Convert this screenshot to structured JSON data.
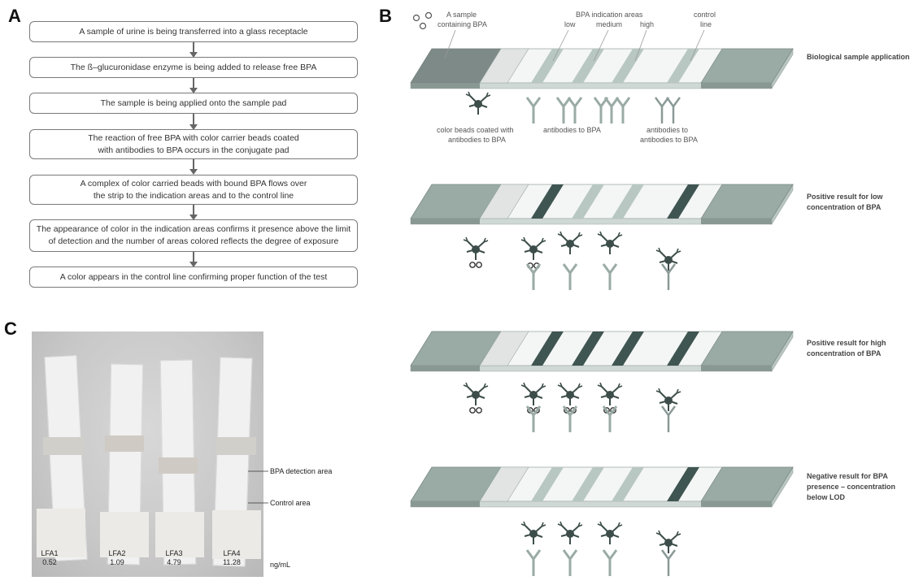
{
  "panels": {
    "a": "A",
    "b": "B",
    "c": "C"
  },
  "flowchart": {
    "steps": [
      "A sample of urine is being transferred into a glass receptacle",
      "The ß–glucuronidase enzyme is being added to release free BPA",
      "The sample is being applied onto the sample pad",
      "The reaction of free BPA with color carrier beads coated\nwith antibodies to BPA occurs in the conjugate pad",
      "A complex of color carried beads with bound BPA flows over\nthe strip to the indication areas and to the control line",
      "The appearance of color in the indication areas confirms it presence above the limit\nof detection and the number of areas colored reflects the degree of exposure",
      "A color appears in the control line confirming proper function of the test"
    ]
  },
  "diagram_b": {
    "labels": {
      "sample_line1": "A sample",
      "sample_line2": "containing BPA",
      "indication_areas": "BPA indication areas",
      "low": "low",
      "medium": "medium",
      "high": "high",
      "control_line1": "control",
      "control_line2": "line",
      "beads_line1": "color beads coated with",
      "beads_line2": "antibodies to BPA",
      "antibodies": "antibodies to BPA",
      "antibodies2_line1": "antibodies to",
      "antibodies2_line2": "antibodies to BPA"
    },
    "results": [
      {
        "lines": [
          "Biological sample application"
        ]
      },
      {
        "lines": [
          "Positive result for low",
          "concentration of BPA"
        ]
      },
      {
        "lines": [
          "Positive result for high",
          "concentration of BPA"
        ]
      },
      {
        "lines": [
          "Negative result for BPA",
          "presence – concentration",
          "below LOD"
        ]
      }
    ],
    "colors": {
      "strip": "#9aaba6",
      "dark_band": "#3f5551",
      "light_band": "#b8c7c2",
      "antibody_light": "#9aaba6",
      "bead": "#3d4e4a"
    }
  },
  "photo_c": {
    "strips": [
      {
        "name": "LFA1",
        "value": "0.52"
      },
      {
        "name": "LFA2",
        "value": "1.09"
      },
      {
        "name": "LFA3",
        "value": "4.79"
      },
      {
        "name": "LFA4",
        "value": "11.28"
      }
    ],
    "unit": "ng/mL",
    "detection_label": "BPA detection area",
    "control_label": "Control area"
  }
}
